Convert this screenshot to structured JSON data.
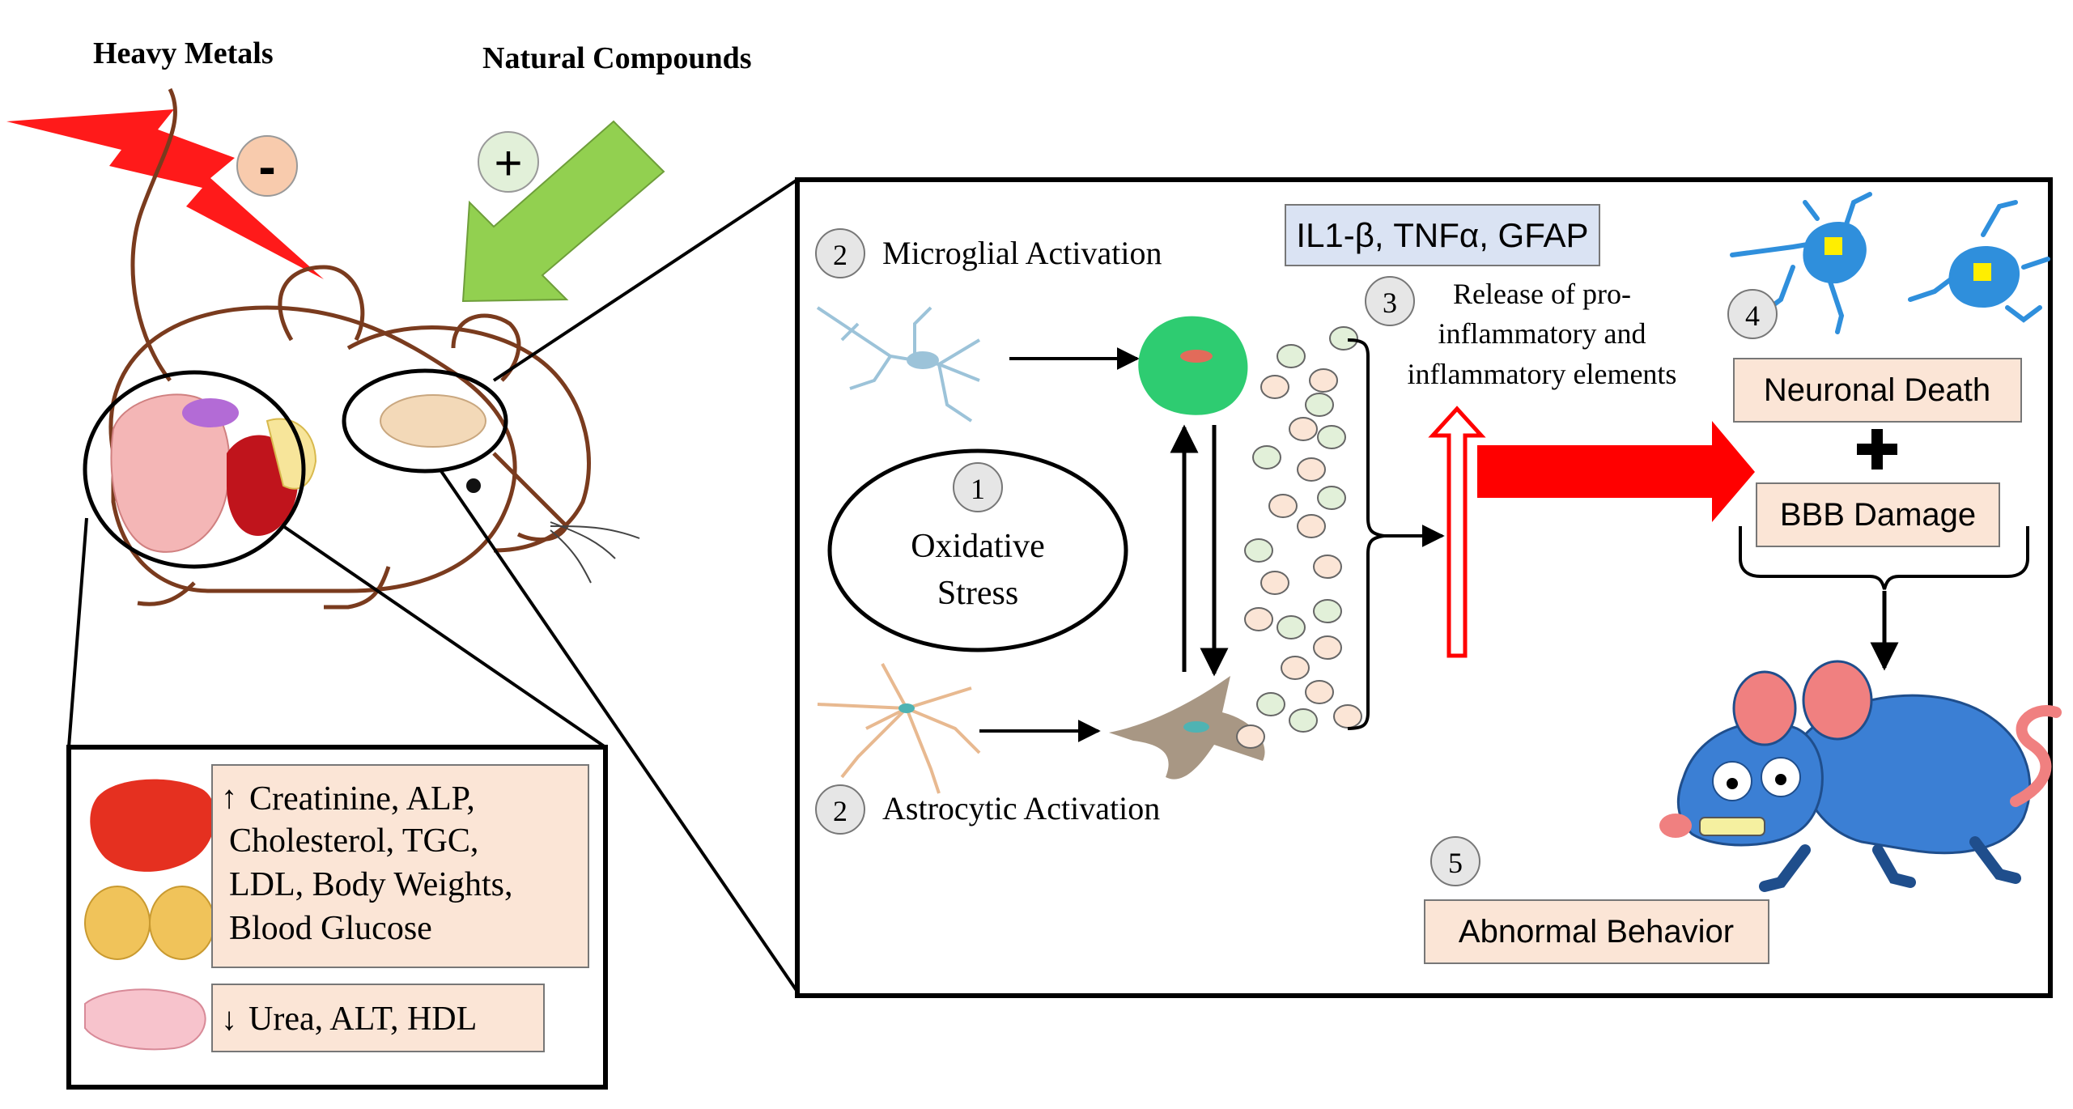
{
  "header": {
    "heavy_metals": "Heavy Metals",
    "natural_compounds": "Natural Compounds",
    "minus_sign": "-",
    "plus_sign": "+"
  },
  "steps": {
    "s1": "1",
    "s2a": "2",
    "s2b": "2",
    "s3": "3",
    "s4": "4",
    "s5": "5"
  },
  "labels": {
    "microglial_activation": "Microglial Activation",
    "astrocytic_activation": "Astrocytic Activation",
    "oxidative": "Oxidative",
    "stress": "Stress",
    "cytokines": "IL1-β, TNFα, GFAP",
    "release_line1": "Release of pro-",
    "release_line2": "inflammatory and",
    "release_line3": "inflammatory elements",
    "neuronal_death": "Neuronal Death",
    "bbb_damage": "BBB Damage",
    "abnormal_behavior": "Abnormal Behavior"
  },
  "biochem": {
    "up_arrow": "↑",
    "increased": [
      "Creatinine, ALP,",
      "Cholesterol, TGC,",
      "LDL, Body Weights,",
      "Blood Glucose"
    ],
    "down_arrow": "↓",
    "decreased": "Urea, ALT, HDL"
  },
  "colors": {
    "lightning": "#ff1a1a",
    "green_arrow": "#92d050",
    "minus_circle": "#f8cbad",
    "plus_circle": "#e2f0d9",
    "cytokine_box": "#dae3f3",
    "pink_box": "#fbe5d6",
    "red_arrow": "#ff0000",
    "microglia": "#2ecc71",
    "neuron_blue": "#2f8fdc",
    "rat_blue": "#3b7fd4",
    "mouse_outline": "#7a3b1e"
  },
  "icons": {
    "lightning": "lightning-bolt-icon",
    "green_arrow": "green-arrow-icon",
    "microglia_resting": "resting-microglia-icon",
    "microglia_active": "activated-microglia-icon",
    "astrocyte_resting": "resting-astrocyte-icon",
    "astrocyte_active": "activated-astrocyte-icon",
    "neurons": "dying-neuron-icon",
    "plus": "plus-icon",
    "rat": "distressed-rat-icon",
    "liver": "liver-icon",
    "kidney": "kidney-icon",
    "pancreas": "pancreas-icon"
  }
}
